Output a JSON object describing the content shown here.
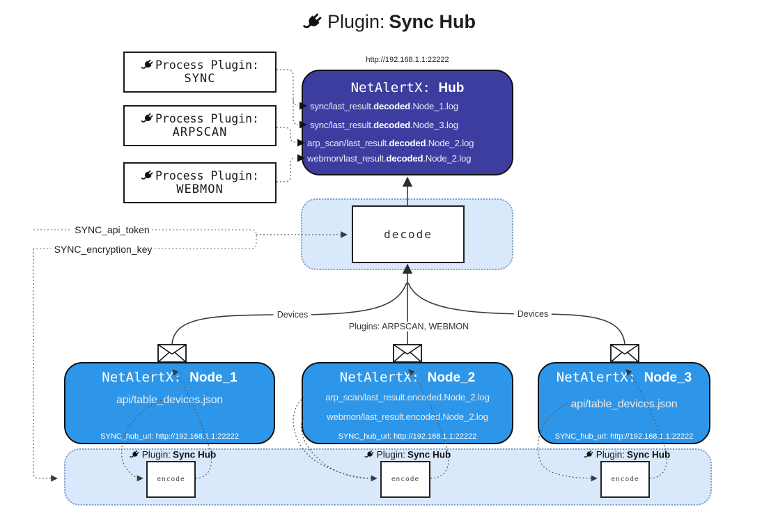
{
  "title": {
    "prefix": "Plugin: ",
    "bold": "Sync Hub"
  },
  "process_plugins": [
    {
      "label": "Process Plugin:",
      "name": "SYNC"
    },
    {
      "label": "Process Plugin:",
      "name": "ARPSCAN"
    },
    {
      "label": "Process Plugin:",
      "name": "WEBMON"
    }
  ],
  "hub": {
    "url": "http://192.168.1.1:22222",
    "title_prefix": "NetAlertX: ",
    "title_bold": "Hub",
    "lines": [
      {
        "pre": "sync/last_result.",
        "bold": "decoded",
        "post": ".Node_1.log"
      },
      {
        "pre": "sync/last_result.",
        "bold": "decoded",
        "post": ".Node_3.log"
      },
      {
        "pre": "arp_scan/last_result.",
        "bold": "decoded",
        "post": ".Node_2.log"
      },
      {
        "pre": "webmon/last_result.",
        "bold": "decoded",
        "post": ".Node_2.log"
      }
    ]
  },
  "decode": {
    "label": "decode"
  },
  "config": {
    "api_token": "SYNC_api_token",
    "encryption_key": "SYNC_encryption_key"
  },
  "edges": {
    "devices_left": "Devices",
    "plugins_center": "Plugins: ARPSCAN, WEBMON",
    "devices_right": "Devices"
  },
  "nodes": [
    {
      "title_prefix": "NetAlertX: ",
      "title_bold": "Node_1",
      "lines": [
        "api/table_devices.json"
      ],
      "footer": "SYNC_hub_url: http://192.168.1.1:22222"
    },
    {
      "title_prefix": "NetAlertX: ",
      "title_bold": "Node_2",
      "lines": [
        "arp_scan/last_result.encoded.Node_2.log",
        "webmon/last_result.encoded.Node_2.log"
      ],
      "footer": "SYNC_hub_url: http://192.168.1.1:22222"
    },
    {
      "title_prefix": "NetAlertX: ",
      "title_bold": "Node_3",
      "lines": [
        "api/table_devices.json"
      ],
      "footer": "SYNC_hub_url: http://192.168.1.1:22222"
    }
  ],
  "encode_panel": {
    "labels": [
      {
        "prefix": "Plugin: ",
        "bold": "Sync Hub"
      },
      {
        "prefix": "Plugin: ",
        "bold": "Sync Hub"
      },
      {
        "prefix": "Plugin: ",
        "bold": "Sync Hub"
      }
    ],
    "encode_label": "encode"
  },
  "colors": {
    "hub_fill": "#3d3da0",
    "node_fill": "#2e96e8",
    "panel_fill": "#d9e9fb",
    "panel_border": "#7da0c4",
    "line": "#3a3a3a",
    "dotted": "#555555"
  }
}
